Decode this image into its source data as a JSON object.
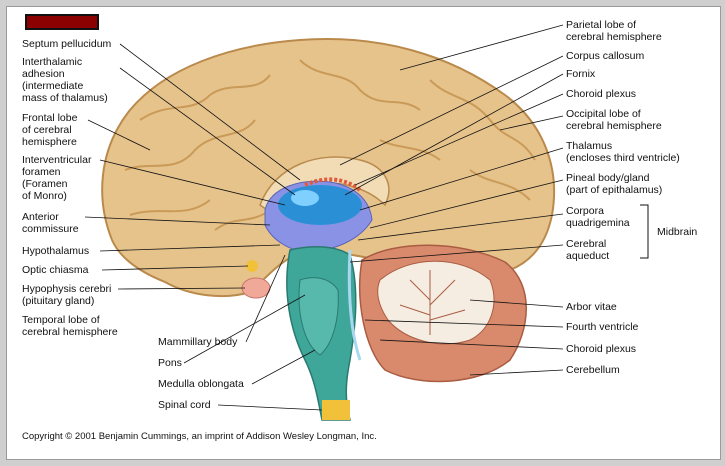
{
  "left_labels": [
    {
      "key": "septum",
      "text": "Septum pellucidum"
    },
    {
      "key": "interthalamic",
      "text": "Interthalamic\nadhesion\n(intermediate\nmass of thalamus)"
    },
    {
      "key": "frontal",
      "text": "Frontal lobe\nof cerebral\nhemisphere"
    },
    {
      "key": "interventricular",
      "text": "Interventricular\nforamen\n(Foramen\nof Monro)"
    },
    {
      "key": "anterior",
      "text": "Anterior\ncommissure"
    },
    {
      "key": "hypothalamus",
      "text": "Hypothalamus"
    },
    {
      "key": "optic",
      "text": "Optic chiasma"
    },
    {
      "key": "hypophysis",
      "text": "Hypophysis cerebri\n(pituitary gland)"
    },
    {
      "key": "temporal",
      "text": "Temporal lobe of\ncerebral hemisphere"
    }
  ],
  "bottom_labels": [
    {
      "key": "mammillary",
      "text": "Mammillary body"
    },
    {
      "key": "pons",
      "text": "Pons"
    },
    {
      "key": "medulla",
      "text": "Medulla oblongata"
    },
    {
      "key": "spinal",
      "text": "Spinal cord"
    }
  ],
  "right_labels": [
    {
      "key": "parietal",
      "text": "Parietal lobe of\ncerebral hemisphere"
    },
    {
      "key": "corpus_callosum",
      "text": "Corpus callosum"
    },
    {
      "key": "fornix",
      "text": "Fornix"
    },
    {
      "key": "choroid_upper",
      "text": "Choroid plexus"
    },
    {
      "key": "occipital",
      "text": "Occipital lobe of\ncerebral hemisphere"
    },
    {
      "key": "thalamus",
      "text": "Thalamus\n(encloses third ventricle)"
    },
    {
      "key": "pineal",
      "text": "Pineal body/gland\n(part of epithalamus)"
    },
    {
      "key": "corpora",
      "text": "Corpora\nquadrigemina"
    },
    {
      "key": "aqueduct",
      "text": "Cerebral\naqueduct"
    },
    {
      "key": "arbor",
      "text": "Arbor vitae"
    },
    {
      "key": "fourth",
      "text": "Fourth ventricle"
    },
    {
      "key": "choroid_lower",
      "text": "Choroid plexus"
    },
    {
      "key": "cerebellum",
      "text": "Cerebellum"
    }
  ],
  "bracket_label": "Midbrain",
  "copyright": "Copyright © 2001 Benjamin Cummings, an imprint of Addison Wesley Longman, Inc.",
  "colors": {
    "cortex": "#e7c38c",
    "cortex_dark": "#c99a58",
    "ventricle": "#2b8fd6",
    "diencephalon": "#8a92e6",
    "brainstem": "#3fa69a",
    "cerebellum": "#d98a6c",
    "accent_bar": "#8b0000"
  }
}
